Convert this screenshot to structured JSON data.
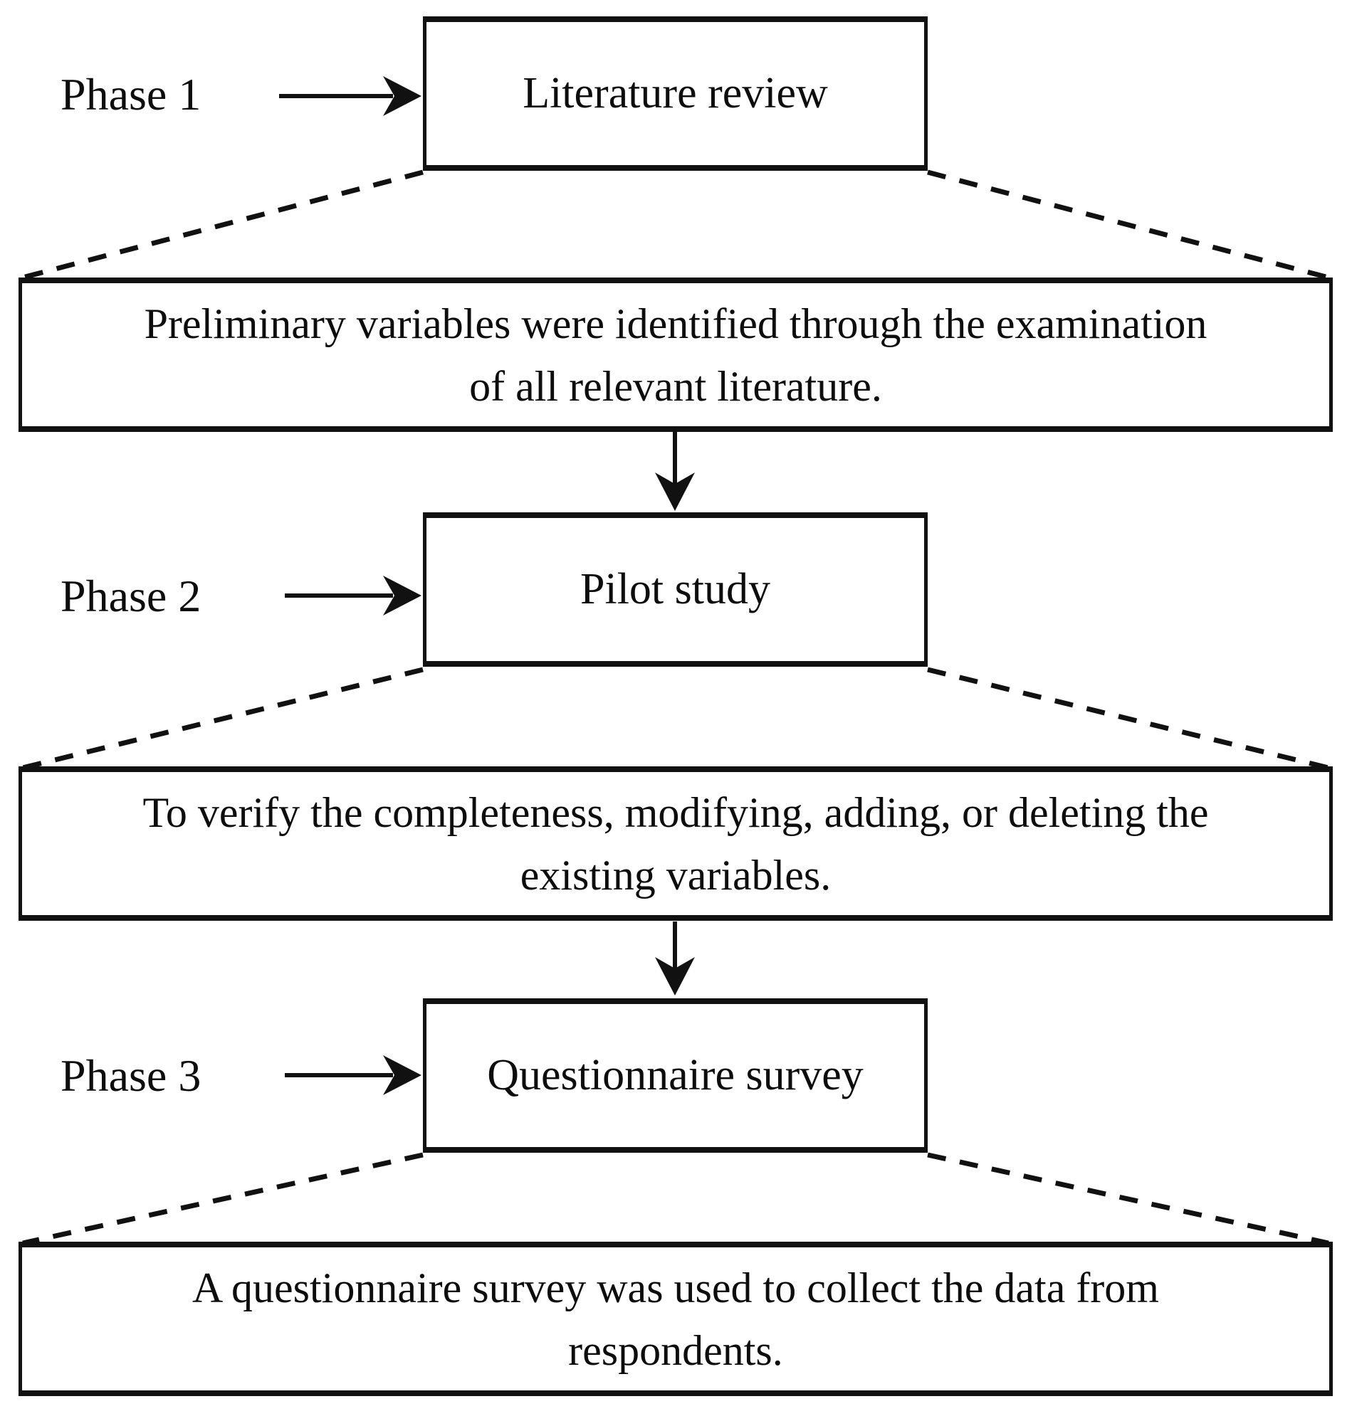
{
  "diagram": {
    "title": "Research methodology phases flowchart",
    "colors": {
      "background": "#ffffff",
      "line": "#111111",
      "text": "#0d0d0d"
    },
    "phases": [
      {
        "label": "Phase 1",
        "box_label": "Literature review",
        "description": "Preliminary variables were identified through the examination\nof all relevant literature."
      },
      {
        "label": "Phase 2",
        "box_label": "Pilot study",
        "description": "To verify the completeness, modifying, adding, or deleting the\nexisting variables."
      },
      {
        "label": "Phase 3",
        "box_label": "Questionnaire survey",
        "description": "A questionnaire survey was used to collect the data from\nrespondents."
      }
    ]
  }
}
